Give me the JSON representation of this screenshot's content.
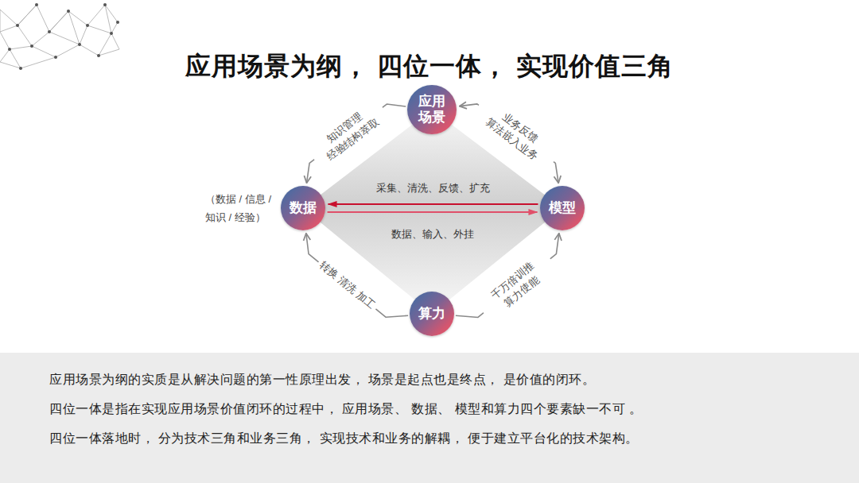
{
  "diagram": {
    "title": "应用场景为纲， 四位一体， 实现价值三角",
    "nodes": [
      {
        "text": [
          "应用场景"
        ]
      },
      {
        "text": [
          "数据"
        ]
      },
      {
        "text": [
          "模型"
        ]
      },
      {
        "text": [
          "算力"
        ]
      },
      {
        "text": [
          "应用场景为纲的实质是从解决问题的第一性原理出发， 场景是起点也是终点， 是价值的闭环。",
          "四位一体是指在实现应用场景价值闭环的过程中， 应用场景、 数据、 模型和算力四个要素缺一不可 。",
          "四位一体落地时， 分为技术三角和业务三角， 实现技术和业务的解耦， 便于建立平台化的技术架构。"
        ]
      }
    ],
    "edges": [
      {
        "from": 0,
        "to": 1,
        "arrow": "to",
        "label": "知识管理 经验结构萃取"
      },
      {
        "from": 0,
        "to": 2,
        "arrow": "both",
        "label": "业务反馈 算法嵌入业务"
      },
      {
        "from": 3,
        "to": 1,
        "arrow": "to",
        "label": "转换 清洗 加工"
      },
      {
        "from": 3,
        "to": 2,
        "arrow": "to",
        "label": "千万倍训推 算力使能"
      },
      {
        "from": 2,
        "to": 1,
        "arrow": "to",
        "label": "采集、清洗、反馈、扩充"
      },
      {
        "from": 1,
        "to": 2,
        "arrow": "to",
        "label": "数据、输入、外挂"
      }
    ],
    "labels": [
      "（数据 / 信息 / 知识 / 经验）"
    ]
  }
}
